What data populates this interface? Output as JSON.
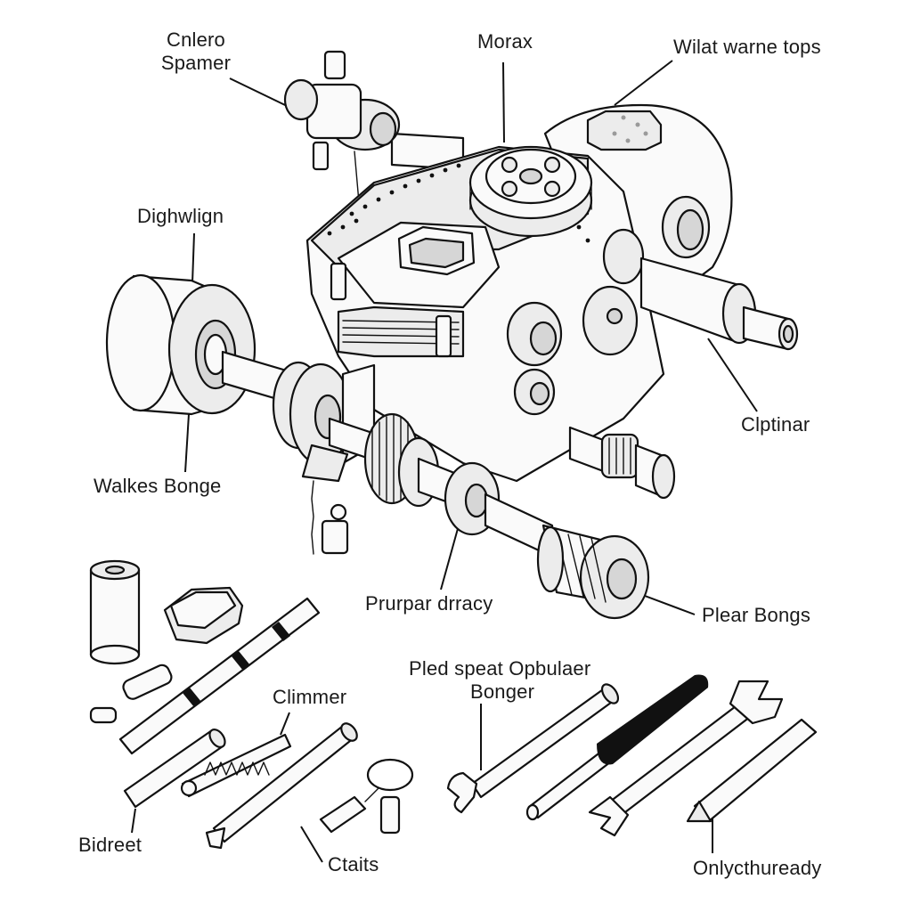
{
  "labels": {
    "cilero_spamer_line1": "Cnlero",
    "cilero_spamer_line2": "Spamer",
    "morax": "Morax",
    "wilat_warne_tops": "Wilat warne tops",
    "dighwlign": "Dighwlign",
    "clptinar": "Clptinar",
    "walkes_bonge": "Walkes Bonge",
    "prurpar_drracy": "Prurpar drracy",
    "plear_bongs": "Plear Bongs",
    "pled_speat_line1": "Pled speat Opbulaer",
    "pled_speat_line2": "Bonger",
    "climmer": "Climmer",
    "bidreet": "Bidreet",
    "ctaits": "Ctaits",
    "onlycthuready": "Onlycthuready"
  },
  "icons": {
    "main_assembly": "gearbox-assembly-icon",
    "wrench": "wrench-icon",
    "screwdriver": "screwdriver-icon",
    "spring": "spring-icon",
    "key_ring": "key-ring-icon",
    "bushing": "bushing-icon"
  },
  "colors": {
    "ink": "#111111",
    "paper": "#ffffff",
    "highlight": "#fafafa",
    "shade": "#d6d6d6"
  }
}
